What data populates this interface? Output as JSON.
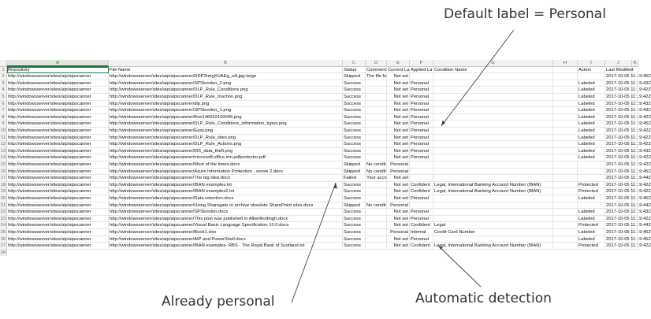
{
  "callouts": {
    "default_label": "Default label = Personal",
    "already_personal": "Already personal",
    "automatic_detection": "Automatic detection"
  },
  "columns": [
    "A",
    "B",
    "C",
    "D",
    "E",
    "F",
    "G",
    "H",
    "I",
    "J",
    "K"
  ],
  "headers": [
    "Repository",
    "File Name",
    "Status",
    "Comment",
    "Current La",
    "Applied La",
    "Condition Name",
    "",
    "Action",
    "Last Modified",
    "",
    ""
  ],
  "rows": [
    [
      "http://windowsserver/sites/aip/aipscanner",
      "http://windowsserver/sites/aip/aipscanner/DDP3rmgXUAEg_oA.jpg-large",
      "Skipped",
      "The file fo",
      "Not set",
      "",
      "",
      "",
      "2017-10-05 11:19:45Z"
    ],
    [
      "http://windowsserver/sites/aip/aipscanner",
      "http://windowsserver/sites/aip/aipscanner/SPSlondon_2.png",
      "Success",
      "",
      "Not set",
      "Personal",
      "",
      "Labeled",
      "2017-10-05 11:19:43Z"
    ],
    [
      "http://windowsserver/sites/aip/aipscanner",
      "http://windowsserver/sites/aip/aipscanner/DLP_Rule_Conditions.png",
      "Success",
      "",
      "Not set",
      "Personal",
      "",
      "Labeled",
      "2017-10-05 11:19:42Z"
    ],
    [
      "http://windowsserver/sites/aip/aipscanner",
      "http://windowsserver/sites/aip/aipscanner/DLP_Rule_Inaction.png",
      "Success",
      "",
      "Not set",
      "Personal",
      "",
      "Labeled",
      "2017-10-05 11:19:42Z"
    ],
    [
      "http://windowsserver/sites/aip/aipscanner",
      "http://windowsserver/sites/aip/aipscanner/dlp.png",
      "Success",
      "",
      "Not set",
      "Personal",
      "",
      "Labeled",
      "2017-10-05 11:19:43Z"
    ],
    [
      "http://windowsserver/sites/aip/aipscanner",
      "http://windowsserver/sites/aip/aipscanner/SPSlondon_1.png",
      "Success",
      "",
      "Not set",
      "Personal",
      "",
      "Labeled",
      "2017-10-05 11:19:43Z"
    ],
    [
      "http://windowsserver/sites/aip/aipscanner",
      "http://windowsserver/sites/aip/aipscanner/flow146652150045.png",
      "Success",
      "",
      "Not set",
      "Personal",
      "",
      "Labeled",
      "2017-10-05 11:19:42Z"
    ],
    [
      "http://windowsserver/sites/aip/aipscanner",
      "http://windowsserver/sites/aip/aipscanner/DLP_Rule_Conditions_information_types.png",
      "Success",
      "",
      "Not set",
      "Personal",
      "",
      "Labeled",
      "2017-10-05 11:19:45Z"
    ],
    [
      "http://windowsserver/sites/aip/aipscanner",
      "http://windowsserver/sites/aip/aipscanner/Easy.png",
      "Success",
      "",
      "Not set",
      "Personal",
      "",
      "Labeled",
      "2017-10-05 11:19:42Z"
    ],
    [
      "http://windowsserver/sites/aip/aipscanner",
      "http://windowsserver/sites/aip/aipscanner/DLP_Rule_sites.png",
      "Success",
      "",
      "Not set",
      "Personal",
      "",
      "Labeled",
      "2017-10-05 11:19:42Z"
    ],
    [
      "http://windowsserver/sites/aip/aipscanner",
      "http://windowsserver/sites/aip/aipscanner/DLP_Rule_Actions.png",
      "Success",
      "",
      "Not set",
      "Personal",
      "",
      "Labeled",
      "2017-10-05 11:19:42Z"
    ],
    [
      "http://windowsserver/sites/aip/aipscanner",
      "http://windowsserver/sites/aip/aipscanner/MS_data_theft.png",
      "Success",
      "",
      "Not set",
      "Personal",
      "",
      "Labeled",
      "2017-10-05 11:19:43Z"
    ],
    [
      "http://windowsserver/sites/aip/aipscanner",
      "http://windowsserver/sites/aip/aipscanner/microsoft.office.irm.pdfprotector.pdf",
      "Success",
      "",
      "Not set",
      "Personal",
      "",
      "Labeled",
      "2017-10-05 11:19:42Z"
    ],
    [
      "http://windowsserver/sites/aip/aipscanner",
      "http://windowsserver/sites/aip/aipscanner/Most of the times.docx",
      "Skipped",
      "No condit",
      "Personal",
      "",
      "",
      "",
      "2017-10-05 11:19:42Z"
    ],
    [
      "http://windowsserver/sites/aip/aipscanner",
      "http://windowsserver/sites/aip/aipscanner/Azure Information Protection - versie 2.docx",
      "Skipped",
      "No condit",
      "Personal",
      "",
      "",
      "",
      "2017-10-05 11:19:45Z"
    ],
    [
      "http://windowsserver/sites/aip/aipscanner",
      "http://windowsserver/sites/aip/aipscanner/The big idea.docx",
      "Failed",
      "Your acco",
      "Not set",
      "",
      "",
      "",
      "2017-10-05 11:19:44Z"
    ],
    [
      "http://windowsserver/sites/aip/aipscanner",
      "http://windowsserver/sites/aip/aipscanner/IBAN examples.txt",
      "Success",
      "",
      "Not set",
      "Confident",
      "Legal, International Banking Account Number (IBAN)",
      "Protected",
      "2017-10-05 11:19:42Z"
    ],
    [
      "http://windowsserver/sites/aip/aipscanner",
      "http://windowsserver/sites/aip/aipscanner/IBAN examples2.txt",
      "Success",
      "",
      "Not set",
      "Confident",
      "Legal, International Banking Account Number (IBAN)",
      "Protected",
      "2017-10-05 11:19:42Z"
    ],
    [
      "http://windowsserver/sites/aip/aipscanner",
      "http://windowsserver/sites/aip/aipscanner/Data retention.docx",
      "Success",
      "",
      "Not set",
      "Personal",
      "",
      "Labeled",
      "2017-10-05 11:19:45Z"
    ],
    [
      "http://windowsserver/sites/aip/aipscanner",
      "http://windowsserver/sites/aip/aipscanner/Using Sharegate to archive obsolete SharePoint sites.docx",
      "Skipped",
      "No condit",
      "Personal",
      "",
      "",
      "",
      "2017-10-05 11:19:44Z"
    ],
    [
      "http://windowsserver/sites/aip/aipscanner",
      "http://windowsserver/sites/aip/aipscanner/SPSlondon.docx",
      "Success",
      "",
      "Not set",
      "Personal",
      "",
      "Labeled",
      "2017-10-05 11:19:43Z"
    ],
    [
      "http://windowsserver/sites/aip/aipscanner",
      "http://windowsserver/sites/aip/aipscanner/This post was published to Alberthoitingh.docx",
      "Success",
      "",
      "Not set",
      "Personal",
      "",
      "Labeled",
      "2017-10-05 11:19:42Z"
    ],
    [
      "http://windowsserver/sites/aip/aipscanner",
      "http://windowsserver/sites/aip/aipscanner/Visual Basic Language Specification 10.0.docx",
      "Success",
      "",
      "Not set",
      "Confident",
      "Legal",
      "Protected",
      "2017-10-05 11:19:44Z"
    ],
    [
      "http://windowsserver/sites/aip/aipscanner",
      "http://windowsserver/sites/aip/aipscanner/Book1.xlsx",
      "Success",
      "",
      "Personal",
      "Internal",
      "Credit Card Number",
      "Labeled",
      "2017-10-05 11:19:45Z"
    ],
    [
      "http://windowsserver/sites/aip/aipscanner",
      "http://windowsserver/sites/aip/aipscanner/AIP and PowerShell.docx",
      "Success",
      "",
      "Not set",
      "Personal",
      "",
      "Labeled",
      "2017-10-05 11:19:45Z"
    ],
    [
      "http://windowsserver/sites/aip/aipscanner",
      "http://windowsserver/sites/aip/aipscanner/IBAN examples- RBS - The Royal Bank of Scotland.txt",
      "Success",
      "",
      "Not set",
      "Confident",
      "Legal, International Banking Account Number (IBAN)",
      "Protected",
      "2017-10-05 11:19:42Z"
    ]
  ],
  "row_numbers": [
    "1",
    "2",
    "3",
    "4",
    "5",
    "6",
    "7",
    "8",
    "9",
    "10",
    "11",
    "12",
    "13",
    "14",
    "15",
    "16",
    "17",
    "18",
    "19",
    "20",
    "21",
    "22",
    "23",
    "24",
    "25",
    "26",
    "27",
    "28"
  ]
}
